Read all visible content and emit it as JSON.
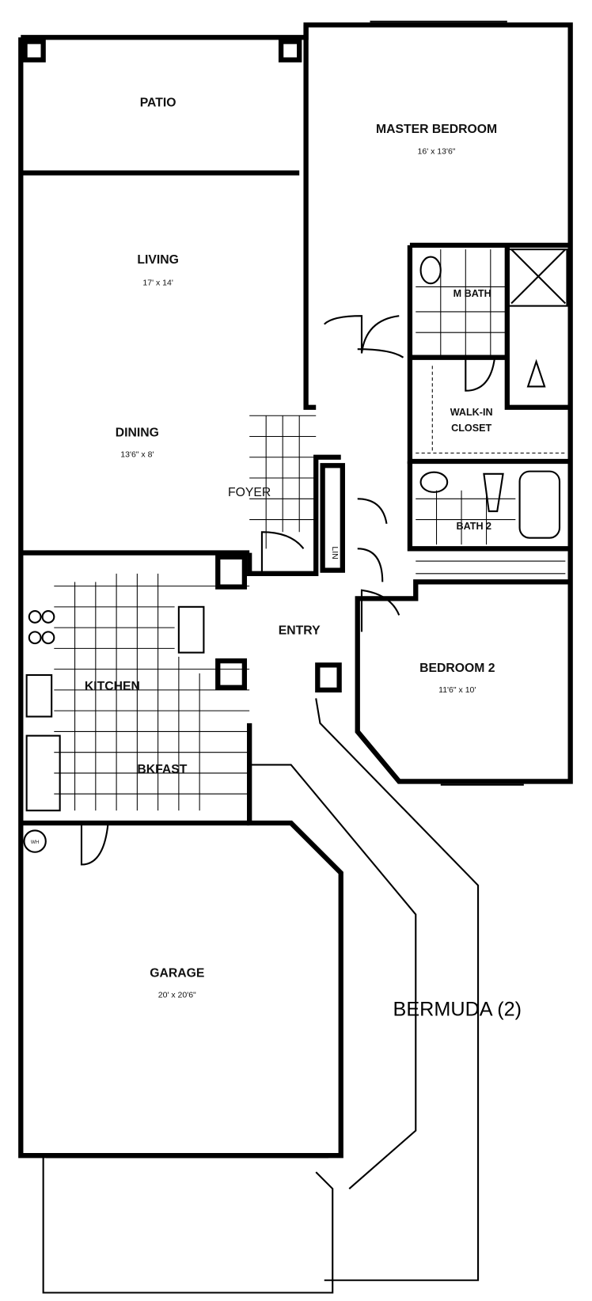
{
  "plan_name": "BERMUDA (2)",
  "rooms": {
    "patio": {
      "label": "PATIO"
    },
    "master_bedroom": {
      "label": "MASTER BEDROOM",
      "dims": "16' x 13'6\""
    },
    "master_bath": {
      "label": "M BATH"
    },
    "walk_in_closet": {
      "label_1": "WALK-IN",
      "label_2": "CLOSET"
    },
    "living": {
      "label": "LIVING",
      "dims": "17' x 14'"
    },
    "dining": {
      "label": "DINING",
      "dims": "13'6\" x 8'"
    },
    "foyer": {
      "label": "FOYER"
    },
    "bath_2": {
      "label": "BATH 2"
    },
    "linen": {
      "label": "LIN"
    },
    "entry": {
      "label": "ENTRY"
    },
    "kitchen": {
      "label": "KITCHEN"
    },
    "bkfast": {
      "label": "BKFAST"
    },
    "bedroom_2": {
      "label": "BEDROOM 2",
      "dims": "11'6\" x 10'"
    },
    "garage": {
      "label": "GARAGE",
      "dims": "20' x 20'6\""
    },
    "water_heater": {
      "label": "WH"
    }
  }
}
